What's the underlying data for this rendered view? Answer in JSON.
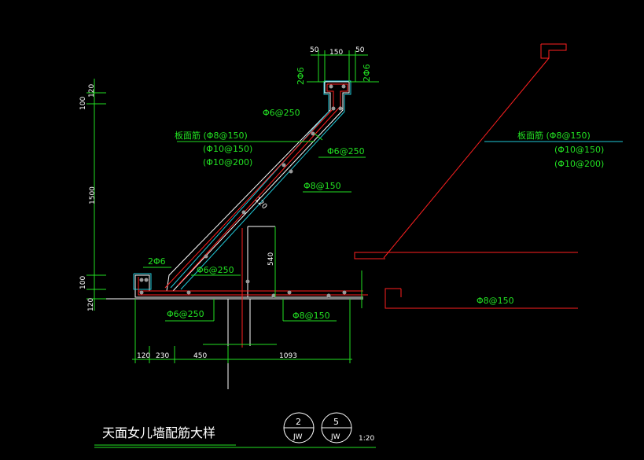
{
  "title": "天面女儿墙配筋大样",
  "scale": "1:20",
  "detail_marks": [
    {
      "number": "2",
      "sheet": "JW"
    },
    {
      "number": "5",
      "sheet": "JW"
    }
  ],
  "dimensions": {
    "top_50_left": "50",
    "top_150": "150",
    "top_50_right": "50",
    "left_120_top": "120",
    "left_100_top": "100",
    "left_1500": "1500",
    "left_100_bottom": "100",
    "left_120_bottom": "120",
    "height_540": "540",
    "slope_120": "120",
    "bottom_120": "120",
    "bottom_230": "230",
    "bottom_450": "450",
    "bottom_1093": "1093"
  },
  "labels": {
    "top_bars": "2Φ6",
    "top_bars_2": "2Φ6",
    "stirrup_upper": "Φ6@250",
    "slab_bar_main": "板面筋 (Φ8@150)",
    "slab_bar_alt1": "(Φ10@150)",
    "slab_bar_alt2": "(Φ10@200)",
    "stirrup_right": "Φ6@250",
    "bar_diag": "Φ8@150",
    "corner_bars": "2Φ6",
    "stirrup_low": "Φ6@250",
    "stirrup_bottom": "Φ6@250",
    "bar_bottom": "Φ8@150"
  },
  "right_labels": {
    "slab_bar_main": "板面筋 (Φ8@150)",
    "slab_bar_alt1": "(Φ10@150)",
    "slab_bar_alt2": "(Φ10@200)",
    "bar_bottom": "Φ8@150"
  },
  "colors": {
    "background": "#000000",
    "dimension": "#22e022",
    "rebar": "#ff2020",
    "outline": "#20c8d8",
    "annotation": "#ffffff"
  }
}
